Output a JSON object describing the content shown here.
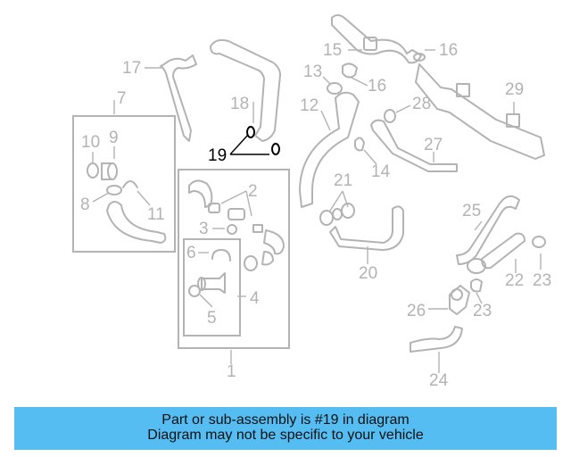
{
  "diagram": {
    "callouts": [
      "1",
      "2",
      "3",
      "4",
      "5",
      "6",
      "7",
      "8",
      "9",
      "10",
      "11",
      "12",
      "13",
      "14",
      "15",
      "16",
      "16",
      "17",
      "18",
      "19",
      "20",
      "21",
      "22",
      "23",
      "23",
      "24",
      "25",
      "26",
      "27",
      "28",
      "29"
    ],
    "highlighted_callout": "19",
    "colors": {
      "line": "#b3b3b3",
      "highlight": "#000000",
      "banner": "#55bdf2"
    }
  },
  "banner": {
    "line1": "Part or sub-assembly is #19 in diagram",
    "line2": "Diagram may not be specific to your vehicle"
  }
}
